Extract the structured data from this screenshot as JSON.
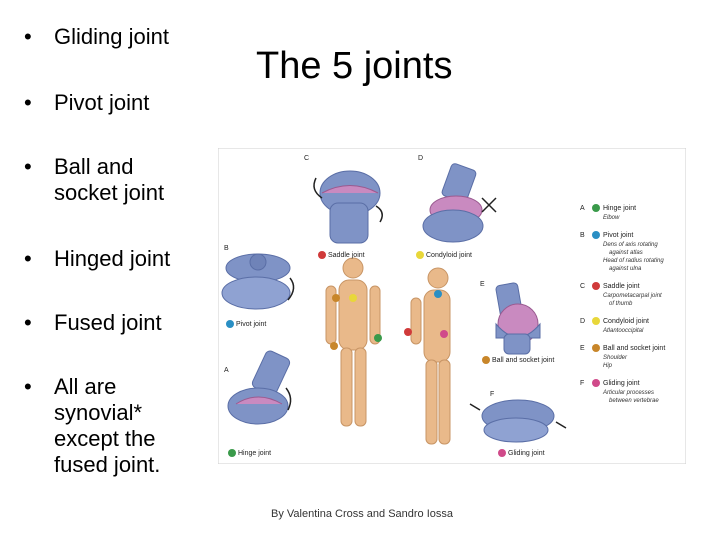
{
  "title": "The 5 joints",
  "bullets": [
    {
      "lines": [
        "Gliding joint"
      ]
    },
    {
      "lines": [
        "Pivot joint"
      ]
    },
    {
      "lines": [
        "Ball and",
        "socket joint"
      ]
    },
    {
      "lines": [
        "Hinged joint"
      ]
    },
    {
      "lines": [
        "Fused joint"
      ]
    },
    {
      "lines": [
        "All are",
        "synovial*",
        "except the",
        "fused joint."
      ]
    }
  ],
  "credit": "By Valentina Cross and Sandro Iossa",
  "figure": {
    "panel_letters": {
      "a": "A",
      "b": "B",
      "c": "C",
      "d": "D",
      "e": "E",
      "f": "F"
    },
    "joint_labels": {
      "saddle": "Saddle joint",
      "condyloid": "Condyloid joint",
      "pivot": "Pivot joint",
      "ball_socket": "Ball and socket joint",
      "hinge": "Hinge joint",
      "gliding": "Gliding joint"
    },
    "legend": [
      {
        "letter": "A",
        "name": "Hinge joint",
        "examples": [
          "Elbow"
        ],
        "color": "#3a9a4a"
      },
      {
        "letter": "B",
        "name": "Pivot joint",
        "examples": [
          "Dens of axis rotating",
          "against atlas",
          "Head of radius rotating",
          "against ulna"
        ],
        "color": "#2a8fc4"
      },
      {
        "letter": "C",
        "name": "Saddle joint",
        "examples": [
          "Carpometacarpal joint",
          "of thumb"
        ],
        "color": "#d03a3a"
      },
      {
        "letter": "D",
        "name": "Condyloid joint",
        "examples": [
          "Atlantooccipital"
        ],
        "color": "#e8d73a"
      },
      {
        "letter": "E",
        "name": "Ball and socket joint",
        "examples": [
          "Shoulder",
          "Hip"
        ],
        "color": "#c8862a"
      },
      {
        "letter": "F",
        "name": "Gliding joint",
        "examples": [
          "Articular processes",
          "between vertebrae"
        ],
        "color": "#d04a8a"
      }
    ],
    "colors": {
      "hinge": "#3a9a4a",
      "pivot": "#2a8fc4",
      "saddle": "#d03a3a",
      "condyloid": "#e8d73a",
      "ball_socket": "#c8862a",
      "gliding": "#d04a8a",
      "bone": "#7f93c6",
      "bone_dark": "#5a6ea6",
      "cartilage": "#c98ac0",
      "skin": "#e9b98a"
    }
  }
}
